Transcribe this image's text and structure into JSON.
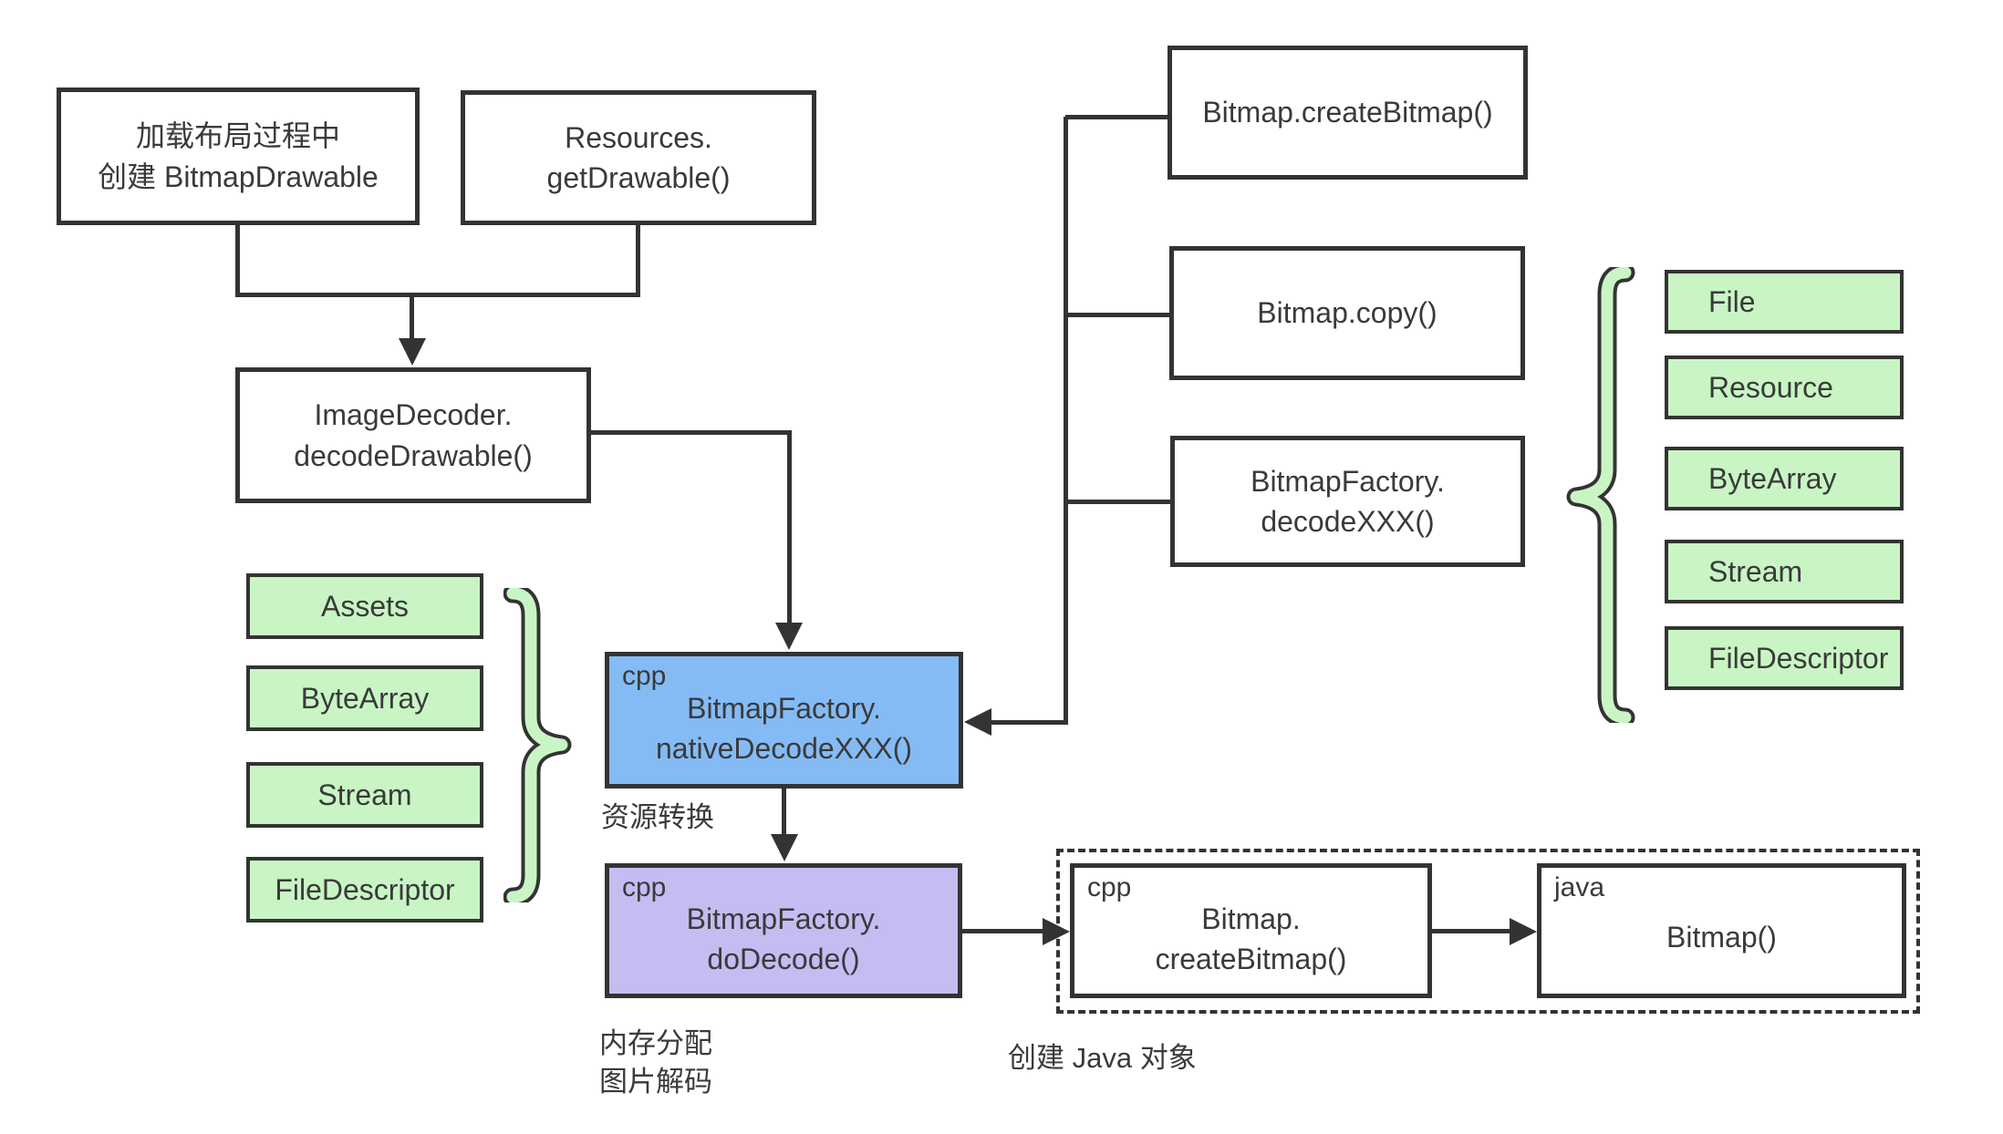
{
  "diagram": {
    "nodes": {
      "load_layout": {
        "line1": "加载布局过程中",
        "line2": "创建 BitmapDrawable"
      },
      "resources": {
        "line1": "Resources.",
        "line2": "getDrawable()"
      },
      "image_decoder": {
        "line1": "ImageDecoder.",
        "line2": "decodeDrawable()"
      },
      "bitmap_create_bitmap": {
        "label": "Bitmap.createBitmap()"
      },
      "bitmap_copy": {
        "label": "Bitmap.copy()"
      },
      "bitmap_factory_decode": {
        "line1": "BitmapFactory.",
        "line2": "decodeXXX()"
      },
      "native_decode": {
        "tag": "cpp",
        "line1": "BitmapFactory.",
        "line2": "nativeDecodeXXX()"
      },
      "do_decode": {
        "tag": "cpp",
        "line1": "BitmapFactory.",
        "line2": "doDecode()"
      },
      "cpp_create_bitmap": {
        "tag": "cpp",
        "line1": "Bitmap.",
        "line2": "createBitmap()"
      },
      "java_bitmap": {
        "tag": "java",
        "label": "Bitmap()"
      }
    },
    "left_sources": [
      "Assets",
      "ByteArray",
      "Stream",
      "FileDescriptor"
    ],
    "right_sources": [
      "File",
      "Resource",
      "ByteArray",
      "Stream",
      "FileDescriptor"
    ],
    "captions": {
      "resource_convert": "资源转换",
      "memory_alloc": "内存分配",
      "image_decode": "图片解码",
      "create_java_object": "创建 Java 对象"
    },
    "colors": {
      "source_green": "#c9f5c5",
      "native_blue": "#84bbf5",
      "decode_purple": "#c3bdf2",
      "line_dark": "#333333",
      "background": "#ffffff"
    }
  }
}
